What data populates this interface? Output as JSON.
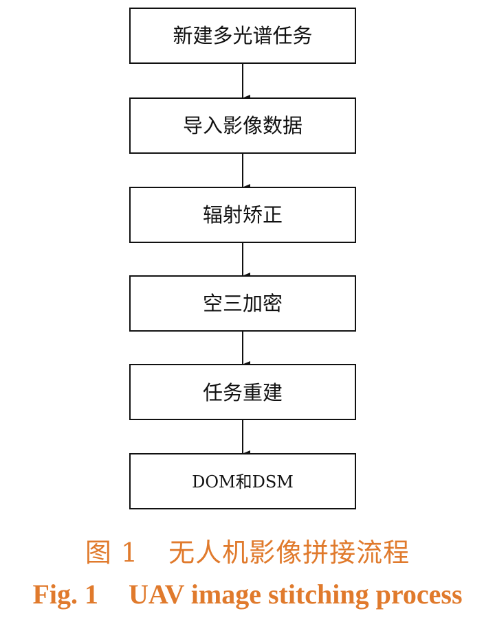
{
  "diagram": {
    "nodes": [
      {
        "id": "n1",
        "label": "新建多光谱任务"
      },
      {
        "id": "n2",
        "label": "导入影像数据"
      },
      {
        "id": "n3",
        "label": "辐射矫正"
      },
      {
        "id": "n4",
        "label": "空三加密"
      },
      {
        "id": "n5",
        "label": "任务重建"
      },
      {
        "id": "n6",
        "label": "DOM和DSM"
      }
    ],
    "edges": [
      {
        "from": "n1",
        "to": "n2"
      },
      {
        "from": "n2",
        "to": "n3"
      },
      {
        "from": "n3",
        "to": "n4"
      },
      {
        "from": "n4",
        "to": "n5"
      },
      {
        "from": "n5",
        "to": "n6"
      }
    ]
  },
  "caption": {
    "zh_number": "图 1",
    "zh_title": "无人机影像拼接流程",
    "en_number": "Fig. 1",
    "en_title": "UAV image stitching process"
  },
  "colors": {
    "caption": "#E07A2C",
    "box_border": "#111111",
    "arrow": "#111111"
  }
}
